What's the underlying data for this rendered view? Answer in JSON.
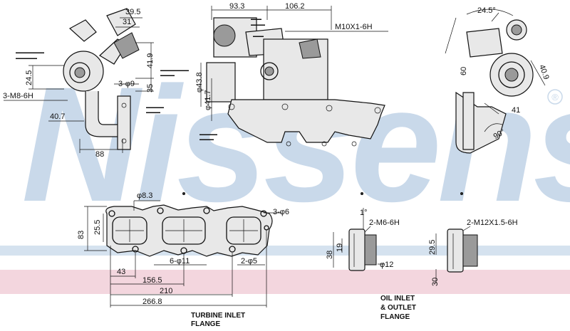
{
  "brand": {
    "watermark": "Nissens",
    "registered": "®",
    "watermark_color": "#c9d9ea",
    "band_color": "#f3d6de",
    "band2_color": "#d5e2ef"
  },
  "turbo_left": {
    "dims": [
      "39.5",
      "31",
      "41.9",
      "24.5",
      "3-φ9",
      "35",
      "3-M8-6H",
      "40.7",
      "88"
    ]
  },
  "turbo_center": {
    "dims": [
      "93.3",
      "106.2",
      "M10X1-6H",
      "φ43.8",
      "φ41.7"
    ]
  },
  "turbo_right": {
    "dims": [
      "24.5°",
      "60",
      "40.9",
      "41",
      "90°"
    ]
  },
  "turbine_flange": {
    "dims": [
      "φ8.3",
      "3-φ6",
      "83",
      "25.5",
      "6-φ11",
      "2-φ5",
      "43",
      "156.5",
      "210",
      "266.8"
    ],
    "caption_line1": "TURBINE INLET",
    "caption_line2": "FLANGE"
  },
  "oil_flange_1": {
    "dims": [
      "1°",
      "2-M6-6H",
      "38",
      "19",
      "φ12"
    ]
  },
  "oil_flange_2": {
    "dims": [
      "2-M12X1.5-6H",
      "29.5",
      "30"
    ],
    "caption_line1": "OIL INLET",
    "caption_line2": "& OUTLET",
    "caption_line3": "FLANGE"
  }
}
